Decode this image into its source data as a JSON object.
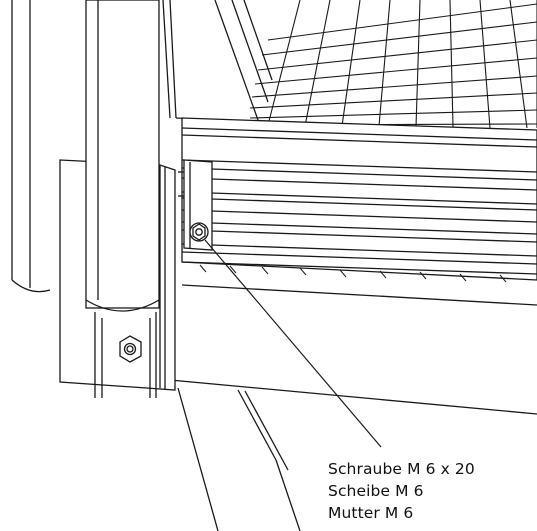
{
  "callout": {
    "lines": [
      "Schraube M 6 x 20",
      "Scheibe M 6",
      "Mutter M 6"
    ]
  },
  "colors": {
    "line": "#1a1a1a",
    "fill": "#ffffff",
    "shade": "#d9d9d9"
  },
  "icons": [
    "bolt-hex-icon"
  ]
}
